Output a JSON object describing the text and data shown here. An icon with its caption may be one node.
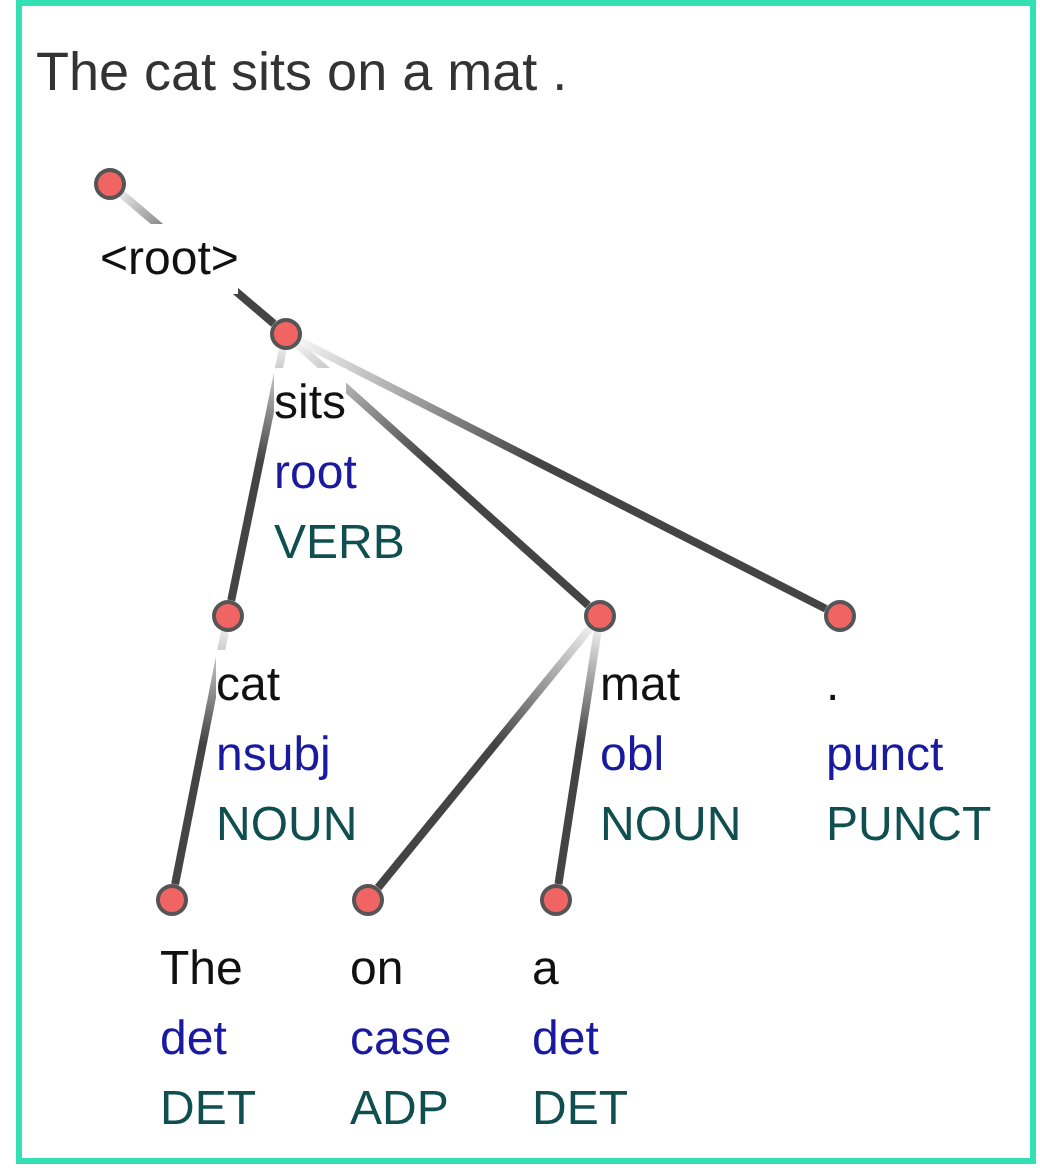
{
  "diagram": {
    "title": "The cat sits on a mat .",
    "nodes": [
      {
        "text": [],
        "shape": "circle",
        "beside": [
          "<root>"
        ]
      },
      {
        "text": [],
        "shape": "circle",
        "beside": [
          "sits",
          "root",
          "VERB"
        ]
      },
      {
        "text": [],
        "shape": "circle",
        "beside": [
          "cat",
          "nsubj",
          "NOUN"
        ]
      },
      {
        "text": [],
        "shape": "circle",
        "beside": [
          "mat",
          "obl",
          "NOUN"
        ]
      },
      {
        "text": [],
        "shape": "circle",
        "beside": [
          ".",
          "punct",
          "PUNCT"
        ]
      },
      {
        "text": [],
        "shape": "circle",
        "beside": [
          "The",
          "det",
          "DET"
        ]
      },
      {
        "text": [],
        "shape": "circle",
        "beside": [
          "on",
          "case",
          "ADP"
        ]
      },
      {
        "text": [],
        "shape": "circle",
        "beside": [
          "a",
          "det",
          "DET"
        ]
      }
    ],
    "edges": [
      {
        "from": 0,
        "to": 1,
        "arrow": "none"
      },
      {
        "from": 1,
        "to": 2,
        "arrow": "none"
      },
      {
        "from": 1,
        "to": 3,
        "arrow": "none"
      },
      {
        "from": 1,
        "to": 4,
        "arrow": "none"
      },
      {
        "from": 2,
        "to": 5,
        "arrow": "none"
      },
      {
        "from": 3,
        "to": 6,
        "arrow": "none"
      },
      {
        "from": 3,
        "to": 7,
        "arrow": "none"
      }
    ]
  }
}
